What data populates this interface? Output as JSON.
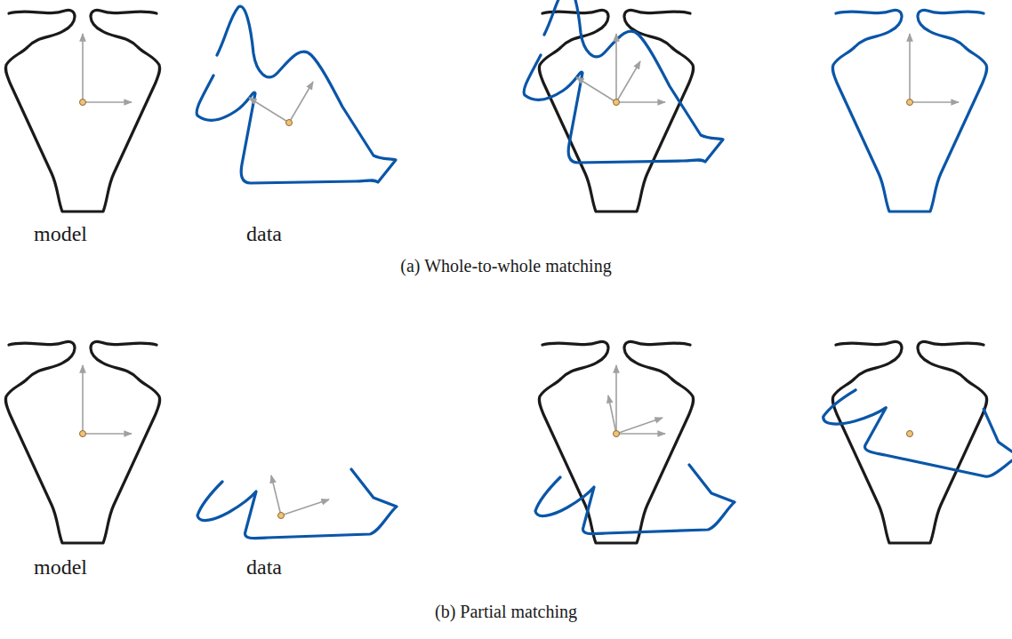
{
  "diagram": {
    "labels": [
      "model",
      "data",
      "(a) Whole-to-whole matching",
      "model",
      "data",
      "(b) Partial matching"
    ]
  }
}
